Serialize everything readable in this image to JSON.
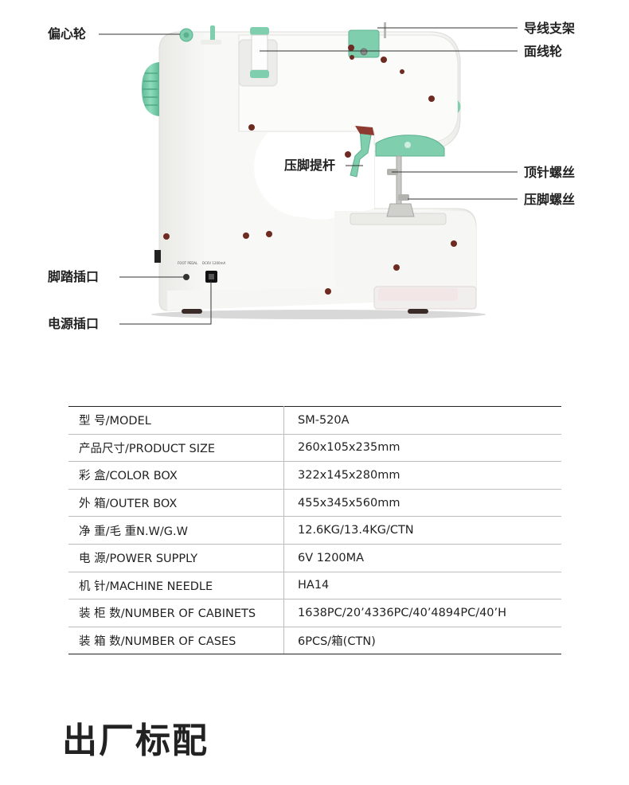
{
  "callouts": {
    "handwheel": "偏心轮",
    "thread_guide": "导线支架",
    "upper_spool": "面线轮",
    "presser_lifter": "压脚提杆",
    "needle_screw": "顶针螺丝",
    "presser_screw": "压脚螺丝",
    "pedal_jack": "脚踏插口",
    "power_jack": "电源插口"
  },
  "machine_panel_text": {
    "pedal": "FOOT PEDAL",
    "power": "DC6V 1200mA"
  },
  "specs": [
    {
      "label": "型 号/MODEL",
      "value": "SM-520A"
    },
    {
      "label": "产品尺寸/PRODUCT SIZE",
      "value": "260x105x235mm"
    },
    {
      "label": "彩 盒/COLOR BOX",
      "value": "322x145x280mm"
    },
    {
      "label": "外 箱/OUTER BOX",
      "value": "455x345x560mm"
    },
    {
      "label": "净 重/毛 重N.W/G.W",
      "value": "12.6KG/13.4KG/CTN"
    },
    {
      "label": "电 源/POWER SUPPLY",
      "value": "6V  1200MA"
    },
    {
      "label": "机 针/MACHINE NEEDLE",
      "value": "HA14"
    },
    {
      "label": "装 柜 数/NUMBER OF CABINETS",
      "value": "1638PC/20’4336PC/40’4894PC/40’H"
    },
    {
      "label": "装 箱 数/NUMBER OF CASES",
      "value": "6PCS/箱(CTN)"
    }
  ],
  "section_title": "出厂标配",
  "colors": {
    "body": "#f7f7f5",
    "accent_green": "#7fcfae",
    "screw_hole": "#6e2b22",
    "line": "#333333"
  }
}
